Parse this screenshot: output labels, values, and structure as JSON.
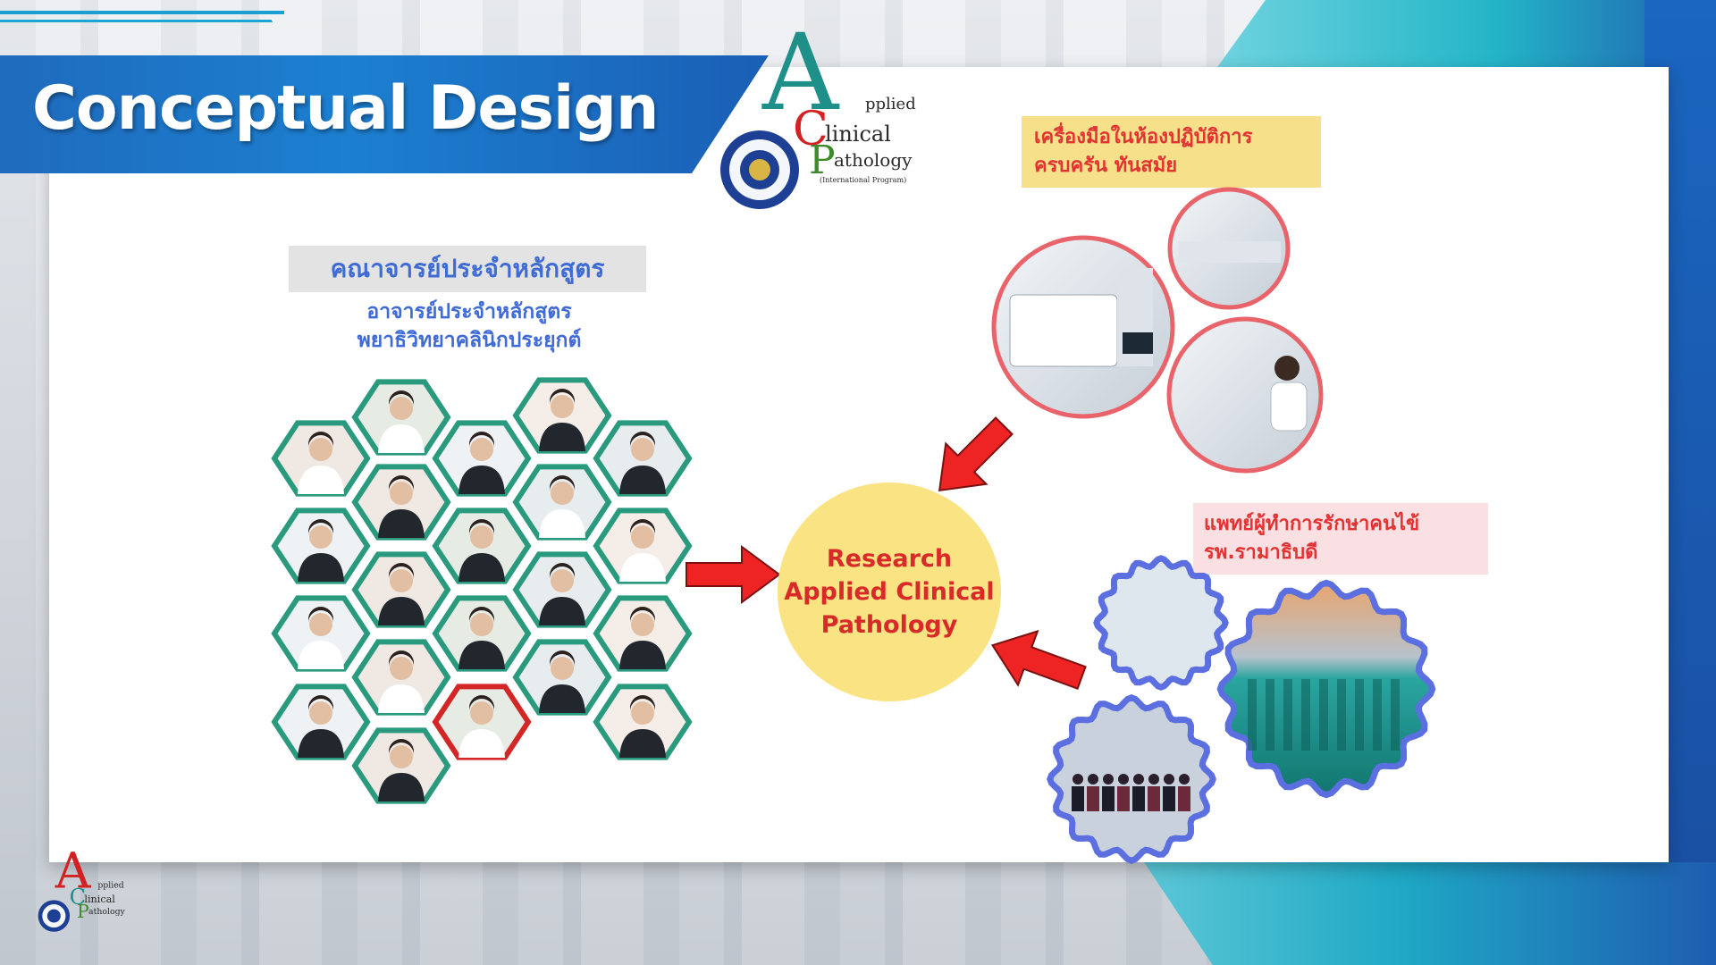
{
  "header": {
    "title": "Conceptual Design"
  },
  "logo": {
    "letter_a": "A",
    "word_applied": "pplied",
    "letter_c": "C",
    "word_clinical": "linical",
    "letter_p": "P",
    "word_pathology": "athology",
    "program": "(International Program)"
  },
  "faculty": {
    "title": "คณาจารย์ประจำหลักสูตร",
    "subtitle_line1": "อาจารย์ประจำหลักสูตร",
    "subtitle_line2": "พยาธิวิทยาคลินิกประยุกต์"
  },
  "lab": {
    "line1": "เครื่องมือในห้องปฏิบัติการ",
    "line2": "ครบครัน ทันสมัย"
  },
  "doctors": {
    "line1": "แพทย์ผู้ทำการรักษาคนไข้",
    "line2": "รพ.รามาธิบดี"
  },
  "center": {
    "line1": "Research",
    "line2": "Applied Clinical",
    "line3": "Pathology"
  },
  "colors": {
    "brand_blue": "#1f6bbd",
    "hex_border": "#2a9a7e",
    "hex_highlight": "#d32626",
    "arrow_red": "#ee2424",
    "center_fill": "#fae383",
    "lab_circle_border": "#e8636a",
    "hospital_border": "#5b6fe0"
  }
}
